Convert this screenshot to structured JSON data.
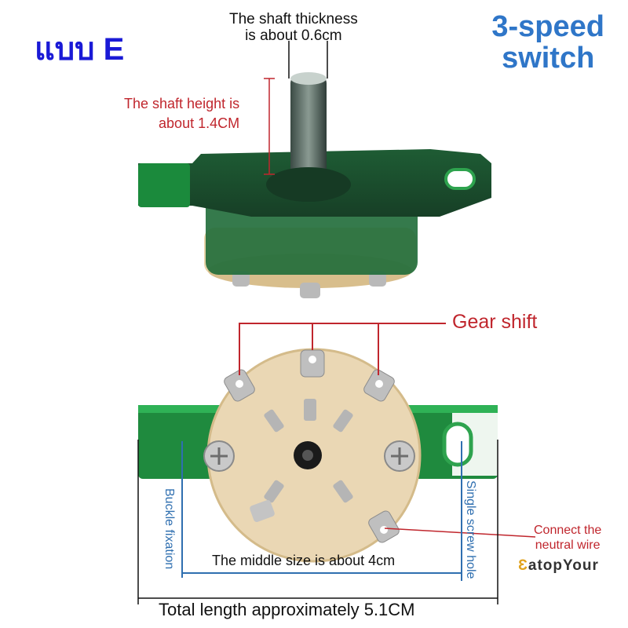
{
  "model_label": "แบบ E",
  "title": {
    "line1": "3-speed",
    "line2": "switch"
  },
  "shaft_thickness": {
    "line1": "The shaft thickness",
    "line2": "is about 0.6cm"
  },
  "shaft_height": {
    "line1": "The shaft height is",
    "line2": "about 1.4CM"
  },
  "gear_shift": "Gear shift",
  "buckle_fixation": "Buckle fixation",
  "single_screw_hole": "Single screw hole",
  "neutral_wire": {
    "line1": "Connect the",
    "line2": "neutral wire"
  },
  "middle_size": "The middle size is about 4cm",
  "total_length": "Total length approximately 5.1CM",
  "watermark": {
    "mark": "Ɛ",
    "text": "atopYour"
  },
  "colors": {
    "red": "#c0262d",
    "blue": "#2f6fb0",
    "title": "#2f76c8",
    "green": "#1d8a3a"
  }
}
